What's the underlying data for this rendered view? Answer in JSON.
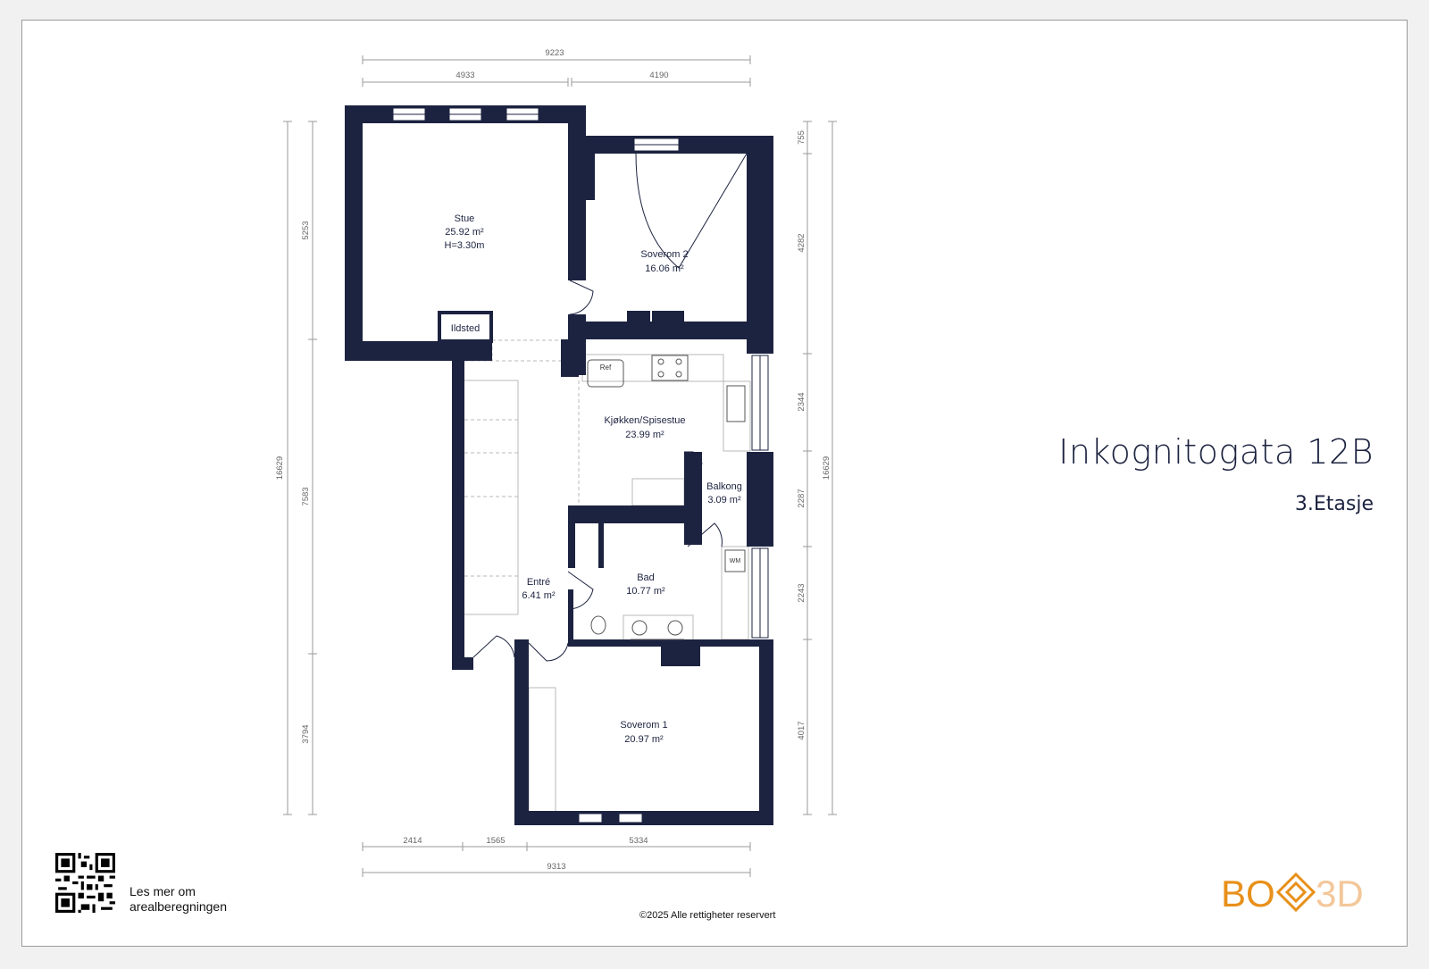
{
  "header": {
    "address": "Inkognitogata 12B",
    "floor": "3.Etasje"
  },
  "rooms": [
    {
      "id": "stue",
      "name": "Stue",
      "area": "25.92 m²",
      "height": "H=3.30m"
    },
    {
      "id": "soverom2",
      "name": "Soverom 2",
      "area": "16.06 m²"
    },
    {
      "id": "kjokken",
      "name": "Kjøkken/Spisestue",
      "area": "23.99 m²"
    },
    {
      "id": "balkong",
      "name": "Balkong",
      "area": "3.09 m²"
    },
    {
      "id": "entre",
      "name": "Entré",
      "area": "6.41 m²"
    },
    {
      "id": "bad",
      "name": "Bad",
      "area": "10.77 m²"
    },
    {
      "id": "soverom1",
      "name": "Soverom 1",
      "area": "20.97 m²"
    }
  ],
  "fixtures": {
    "fireplace": "Ildsted",
    "fridge": "Ref",
    "washer": "WM"
  },
  "dimensions": {
    "top_total": "9223",
    "top_left": "4933",
    "top_right": "4190",
    "bottom_total": "9313",
    "bottom_1": "2414",
    "bottom_2": "1565",
    "bottom_3": "5334",
    "left_total": "16629",
    "left_1": "5253",
    "left_2": "7583",
    "left_3": "3794",
    "right_total": "16629",
    "right_1": "755",
    "right_2": "4282",
    "right_3": "2344",
    "right_4": "2287",
    "right_5": "2243",
    "right_6": "4017"
  },
  "footer": {
    "qr_text_line1": "Les mer om",
    "qr_text_line2": "arealberegningen",
    "copyright": "©2025 Alle rettigheter reservert",
    "logo_left": "BO",
    "logo_right": "3D"
  },
  "colors": {
    "wall": "#1c2340",
    "logo": "#e8901a",
    "dimension": "#8a8a8a"
  }
}
